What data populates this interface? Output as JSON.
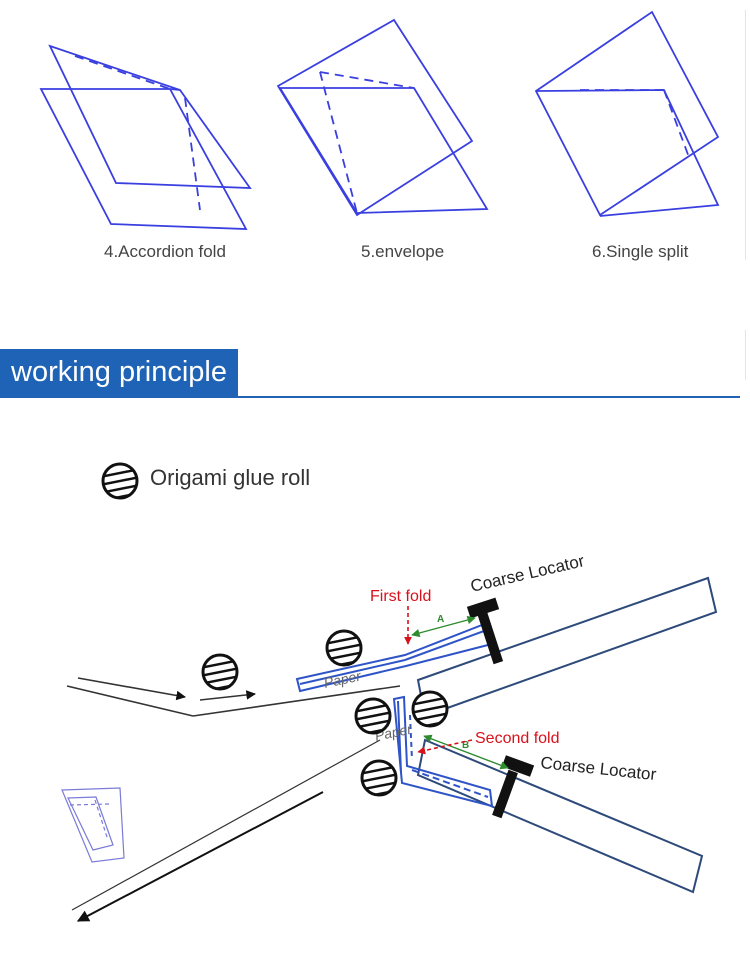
{
  "fold_types": [
    {
      "caption": "4.Accordion fold",
      "icon": "accordion-fold-icon"
    },
    {
      "caption": "5.envelope",
      "icon": "envelope-fold-icon"
    },
    {
      "caption": "6.Single split",
      "icon": "single-split-fold-icon"
    }
  ],
  "section": {
    "title": "working principle"
  },
  "legend": {
    "label": "Origami glue roll",
    "icon": "glue-roll-icon"
  },
  "diagram": {
    "coarse_locator_top": "Coarse Locator",
    "coarse_locator_bottom": "Coarse Locator",
    "first_fold": "First fold",
    "second_fold": "Second fold",
    "paper_top": "Paper",
    "paper_bottom": "Paper",
    "dim_a": "A",
    "dim_b": "B"
  },
  "colors": {
    "fold_line": "#3a3fe0",
    "banner": "#1e63b5",
    "plate": "#2d4a7a",
    "paper": "#2f54c8",
    "annotation_red": "#d8121b",
    "dimension_green": "#2e8b2e"
  }
}
